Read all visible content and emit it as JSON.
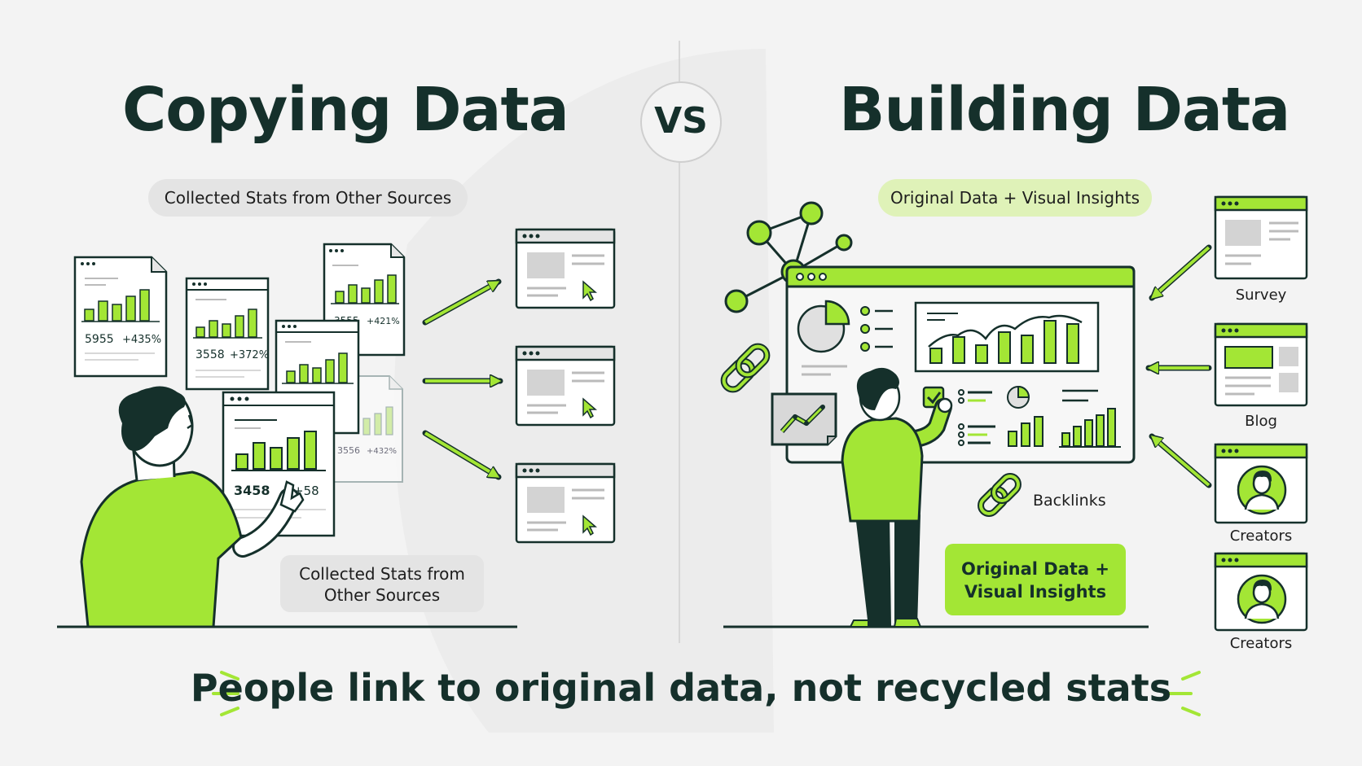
{
  "left": {
    "title": "Copying Data",
    "tag": "Collected Stats from Other Sources",
    "note": "Collected Stats from Other Sources",
    "docs": [
      {
        "value": "5955",
        "change": "+435%"
      },
      {
        "value": "3558",
        "change": "+372%"
      },
      {
        "value": "3555",
        "change": "+421%"
      },
      {
        "value": "3556",
        "change": "+432%"
      },
      {
        "value": "3458",
        "change": "+58"
      }
    ]
  },
  "vs": "VS",
  "right": {
    "title": "Building Data",
    "tag": "Original Data + Visual Insights",
    "backlinks": "Backlinks",
    "badge": "Original Data + Visual Insights",
    "sources": [
      {
        "label": "Survey",
        "icon": "survey-window-icon"
      },
      {
        "label": "Blog",
        "icon": "blog-window-icon"
      },
      {
        "label": "Creators",
        "icon": "creator-avatar-icon"
      },
      {
        "label": "Creators",
        "icon": "creator-avatar-icon"
      }
    ]
  },
  "footer": "People link to original data, not recycled stats",
  "colors": {
    "accent": "#a3e635",
    "accent_light": "#dff2b8",
    "ink": "#15302b",
    "grey_pill": "#e4e4e4",
    "background": "#f3f3f3"
  }
}
